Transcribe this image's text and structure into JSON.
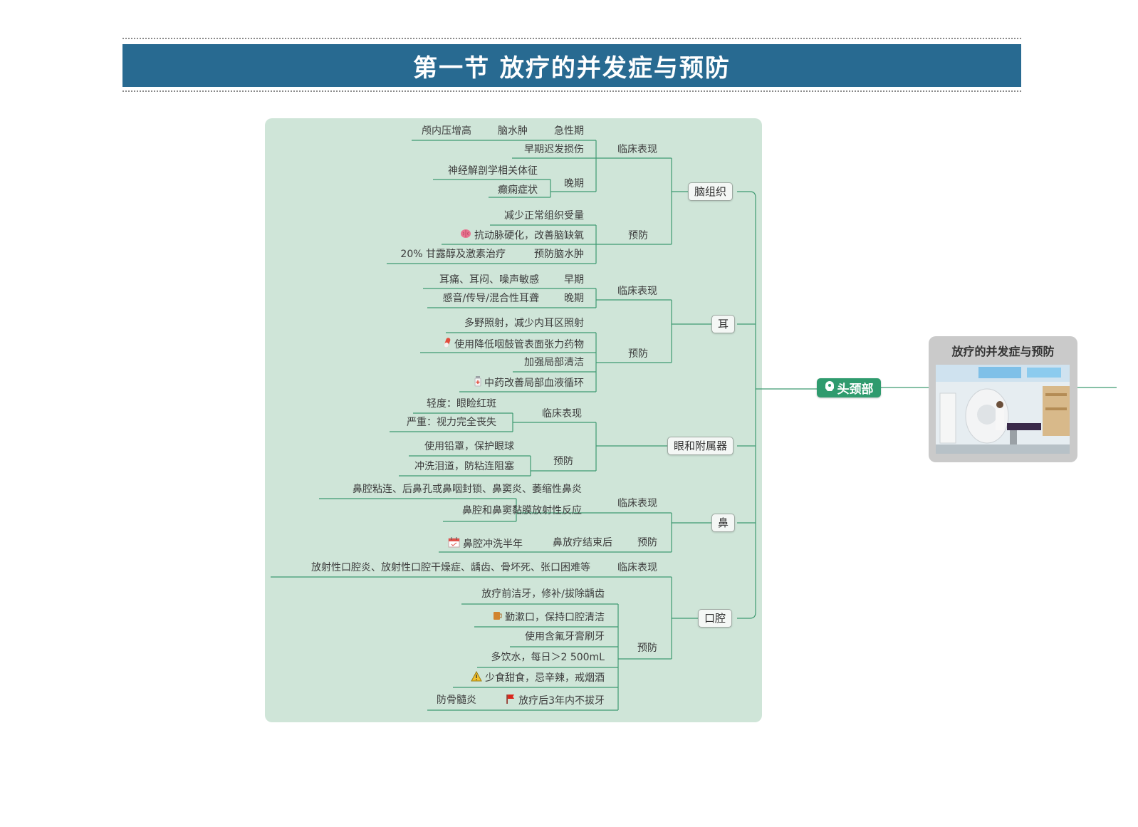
{
  "page_title": "第一节 放疗的并发症与预防",
  "root": {
    "label": "放疗的并发症与预防"
  },
  "hub": {
    "label": "头颈部"
  },
  "branches": {
    "brain": "脑组织",
    "ear": "耳",
    "eye": "眼和附属器",
    "nose": "鼻",
    "mouth": "口腔"
  },
  "brain": {
    "clinical": "临床表现",
    "acute": "急性期",
    "edema": "脑水肿",
    "icp": "颅内压增高",
    "early_delayed": "早期迟发损伤",
    "late": "晚期",
    "neuro": "神经解剖学相关体征",
    "epilepsy": "癫痫症状",
    "prevention": "预防",
    "reduce_dose": "减少正常组织受量",
    "anti_atherosclerosis": "抗动脉硬化，改善脑缺氧",
    "prevent_edema": "预防脑水肿",
    "mannitol": "20% 甘露醇及激素治疗"
  },
  "ear": {
    "clinical": "临床表现",
    "early": "早期",
    "early_sym": "耳痛、耳闷、噪声敏感",
    "late": "晚期",
    "late_sym": "感音/传导/混合性耳聋",
    "prevention": "预防",
    "p1": "多野照射，减少内耳区照射",
    "p2": "使用降低咽鼓管表面张力药物",
    "p3": "加强局部清洁",
    "p4": "中药改善局部血液循环"
  },
  "eye": {
    "clinical": "临床表现",
    "mild": "轻度：眼睑红斑",
    "severe": "严重：视力完全丧失",
    "prevention": "预防",
    "p1": "使用铅罩，保护眼球",
    "p2": "冲洗泪道，防粘连阻塞"
  },
  "nose": {
    "clinical": "临床表现",
    "c1": "鼻腔粘连、后鼻孔或鼻咽封锁、鼻窦炎、萎缩性鼻炎",
    "c2": "鼻腔和鼻窦黏膜放射性反应",
    "prevention": "预防",
    "after": "鼻放疗结束后",
    "wash": "鼻腔冲洗半年"
  },
  "mouth": {
    "clinical": "临床表现",
    "c1": "放射性口腔炎、放射性口腔干燥症、龋齿、骨坏死、张口困难等",
    "prevention": "预防",
    "p1": "放疗前洁牙，修补/拔除龋齿",
    "p2": "勤漱口，保持口腔清洁",
    "p3": "使用含氟牙膏刷牙",
    "p4": "多饮水，每日＞2 500mL",
    "p5": "少食甜食，忌辛辣，戒烟酒",
    "p6": "放疗后3年内不拔牙",
    "osteo": "防骨髓炎"
  },
  "colors": {
    "banner": "#286a91",
    "panel": "#cfe5d8",
    "line": "#3f9a72",
    "hub": "#2f9b6e"
  }
}
